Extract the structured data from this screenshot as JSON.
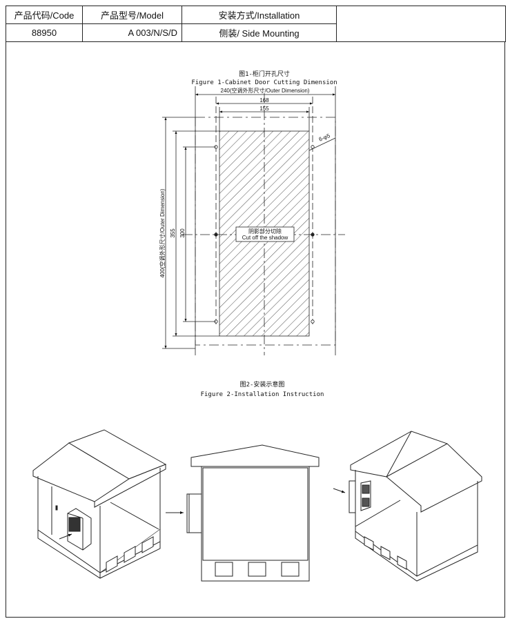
{
  "header": {
    "col_code": "产品代码/Code",
    "col_model": "产品型号/Model",
    "col_install": "安装方式/Installation",
    "code": "88950",
    "model": "A 003/N/S/D",
    "install": "侧装/ Side Mounting"
  },
  "figure1": {
    "title_cn": "图1-柜门开孔尺寸",
    "title_en": "Figure 1-Cabinet Door Cutting Dimension",
    "width_outer": "240(空调外形尺寸/Outer Dimension)",
    "width_holes": "168",
    "width_cut": "155",
    "height_outer": "400(空调外形尺寸/Outer Dimension)",
    "height_cut": "355",
    "height_holes": "300",
    "hole_spec": "6-φ5",
    "cut_note_cn": "阴影部分切除",
    "cut_note_en": "Cut off the shadow"
  },
  "figure2": {
    "title_cn": "图2-安装示意图",
    "title_en": "Figure 2-Installation Instruction"
  }
}
